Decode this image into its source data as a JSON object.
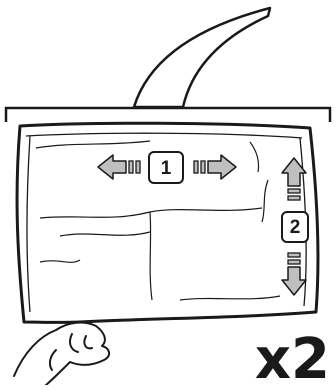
{
  "steps": [
    {
      "number": "1",
      "direction": "horizontal"
    },
    {
      "number": "2",
      "direction": "vertical"
    }
  ],
  "repeat_label": "x2",
  "colors": {
    "outline": "#1a1a1a",
    "arrow_fill": "#bfbfbf",
    "background": "#ffffff"
  }
}
